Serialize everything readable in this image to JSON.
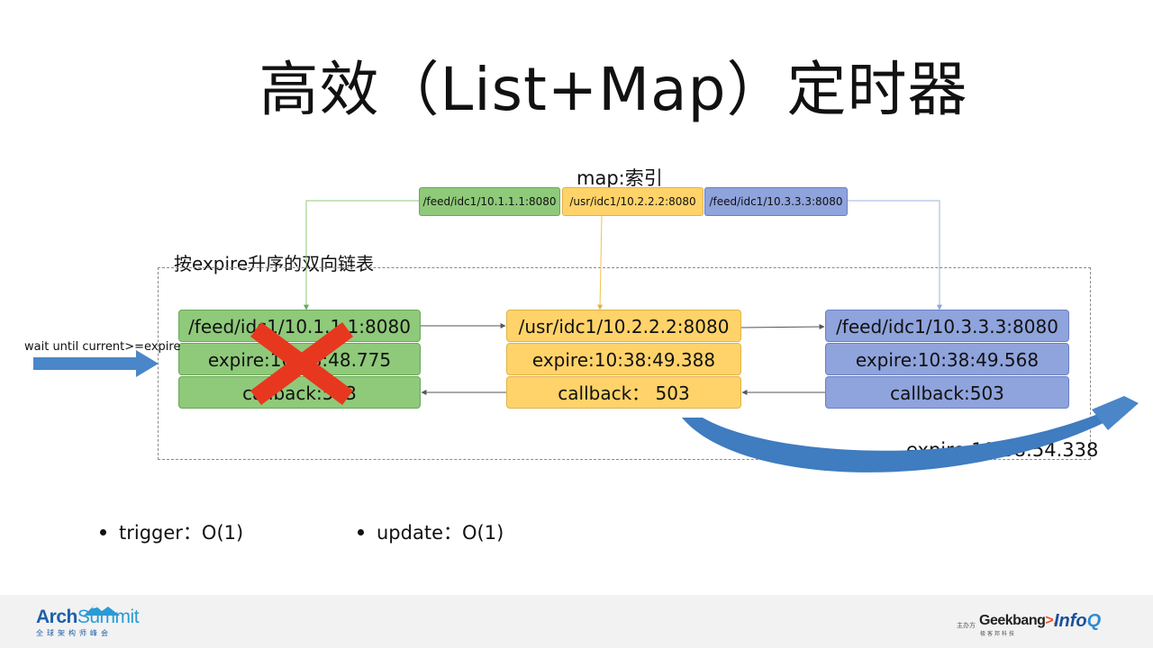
{
  "slide": {
    "title": "高效（List+Map）定时器",
    "map_label": "map:索引",
    "list_label": "按expire升序的双向链表",
    "wait_label": "wait until current>=expire",
    "new_expire": "expire:10:38:54.338"
  },
  "map": [
    {
      "key": "/feed/idc1/10.1.1.1:8080"
    },
    {
      "key": "/usr/idc1/10.2.2.2:8080"
    },
    {
      "key": "/feed/idc1/10.3.3.3:8080"
    }
  ],
  "nodes": [
    {
      "key": "/feed/idc1/10.1.1.1:8080",
      "expire": "expire:10:38:48.775",
      "callback": "callback:503"
    },
    {
      "key": "/usr/idc1/10.2.2.2:8080",
      "expire": "expire:10:38:49.388",
      "callback": "callback： 503"
    },
    {
      "key": "/feed/idc1/10.3.3.3:8080",
      "expire": "expire:10:38:49.568",
      "callback": "callback:503"
    }
  ],
  "bullets": [
    {
      "text": "trigger：O(1)"
    },
    {
      "text": "update：O(1)"
    }
  ],
  "footer": {
    "archsummit_arch": "Arch",
    "archsummit_summit": "Summit",
    "archsummit_sub": "全球架构师峰会",
    "host_label": "主办方",
    "geekbang_a": "Geek",
    "geekbang_b": "bang",
    "geekbang_c": ">.",
    "geekbang_sub": "极客邦科技",
    "infoq_a": "Info",
    "infoq_b": "Q"
  },
  "colors": {
    "green": "#8fc97a",
    "yellow": "#ffd36a",
    "blue": "#8fa3dc",
    "delete_mark": "#e8371f",
    "arrow": "#4a86c8"
  },
  "icons": {
    "delete": "cross-mark-icon",
    "input_arrow": "right-arrow-icon",
    "reschedule": "curved-arrow-icon"
  }
}
